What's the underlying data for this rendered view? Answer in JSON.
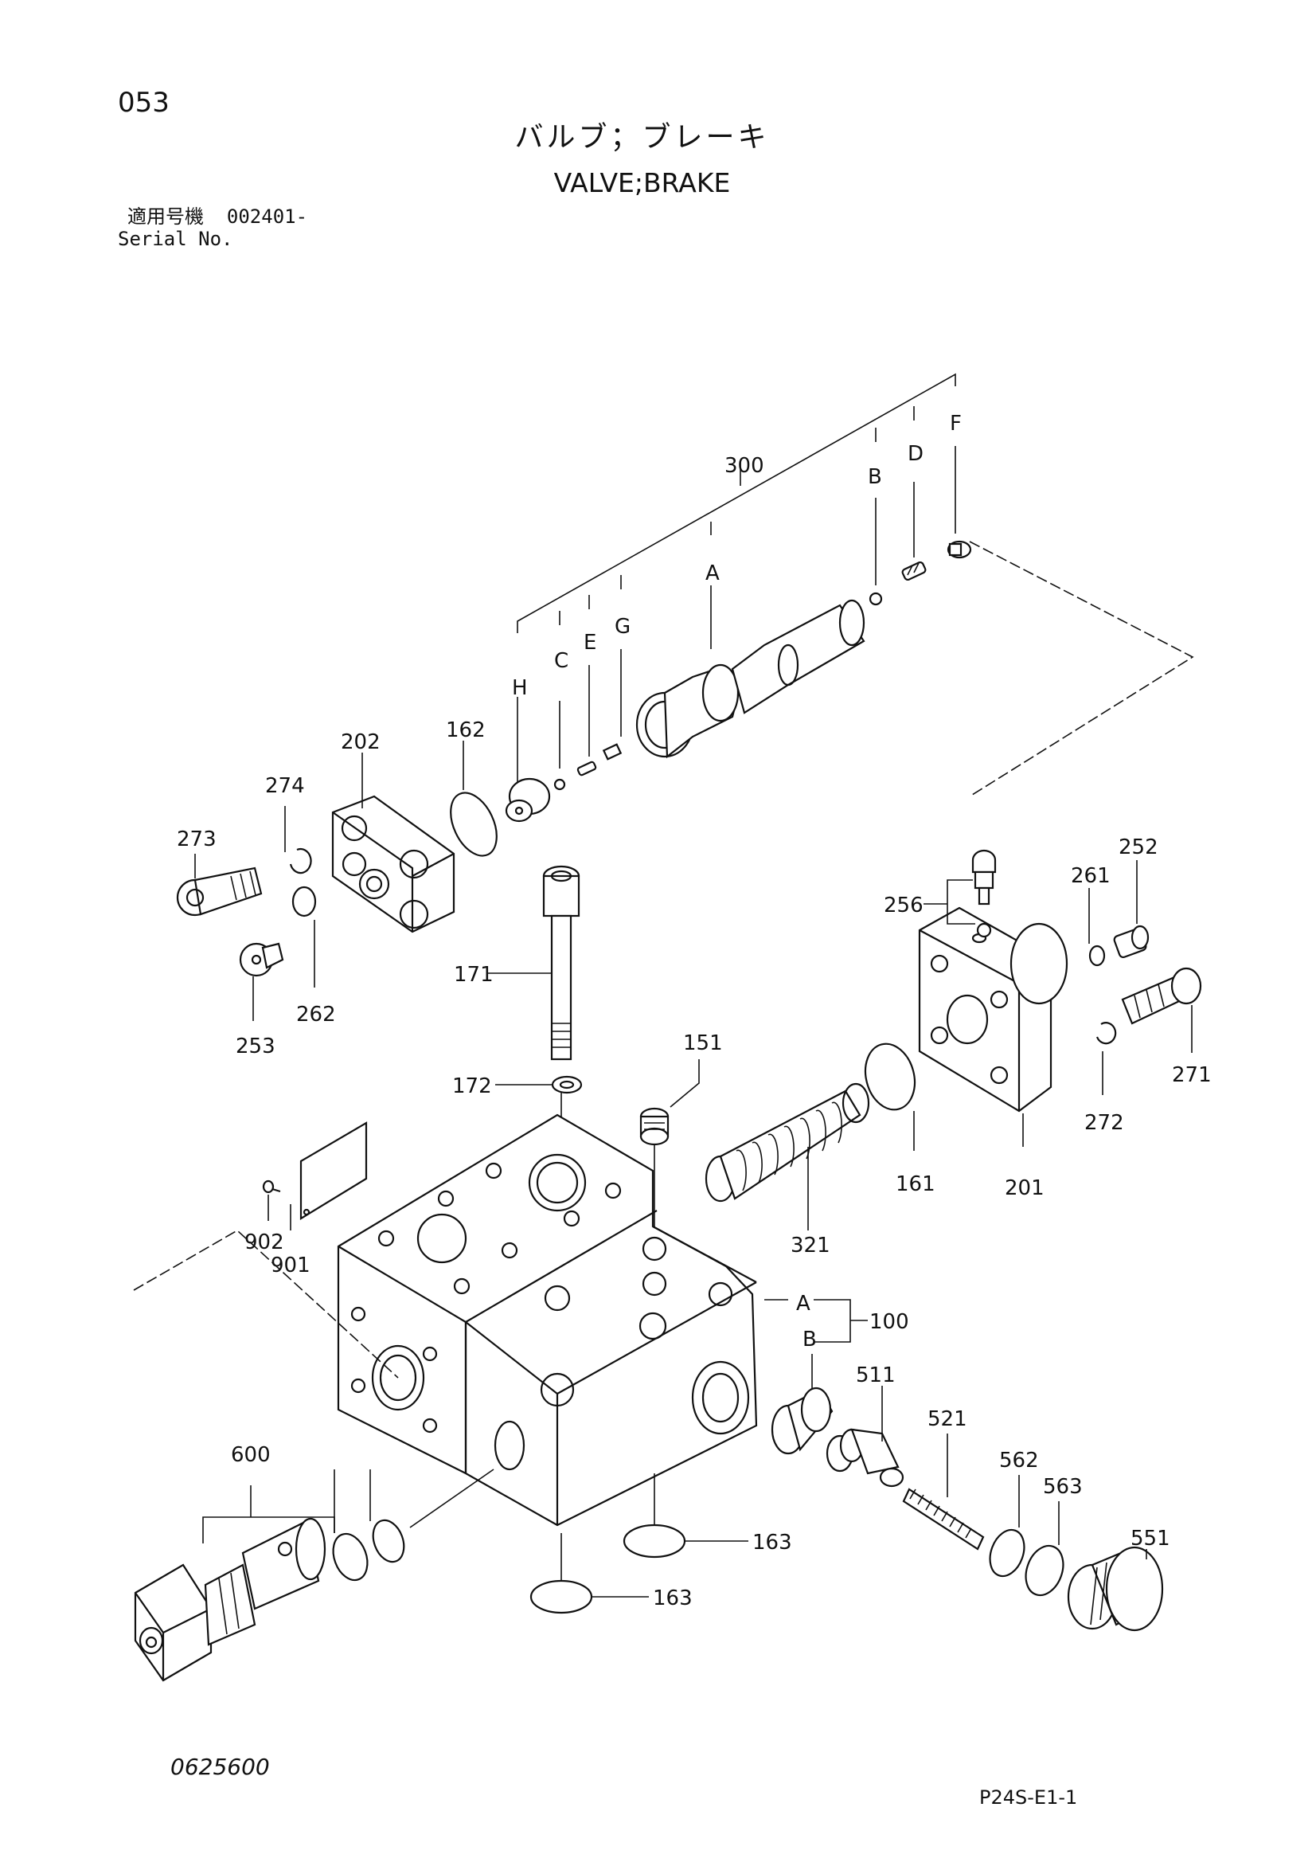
{
  "header": {
    "page_number": "053",
    "title_jp": "バルブ；ブレーキ",
    "title_en": "VALVE;BRAKE",
    "serial_label_jp": "適用号機",
    "serial_value": "002401-",
    "serial_label_en": "Serial No."
  },
  "callouts": {
    "c300": "300",
    "A_top": "A",
    "B_top": "B",
    "C": "C",
    "D": "D",
    "E": "E",
    "F": "F",
    "G": "G",
    "H": "H",
    "c202": "202",
    "c162": "162",
    "c274": "274",
    "c273": "273",
    "c253": "253",
    "c262": "262",
    "c171": "171",
    "c172": "172",
    "c151": "151",
    "c256": "256",
    "c261": "261",
    "c252": "252",
    "c271": "271",
    "c272": "272",
    "c201": "201",
    "c161": "161",
    "c321": "321",
    "c902": "902",
    "c901": "901",
    "c100": "100",
    "A_100": "A",
    "B_100": "B",
    "c511": "511",
    "c521": "521",
    "c562": "562",
    "c563": "563",
    "c551": "551",
    "c600": "600",
    "c163a": "163",
    "c163b": "163"
  },
  "footer": {
    "drawing_number": "0625600",
    "page_code": "P24S-E1-1"
  }
}
